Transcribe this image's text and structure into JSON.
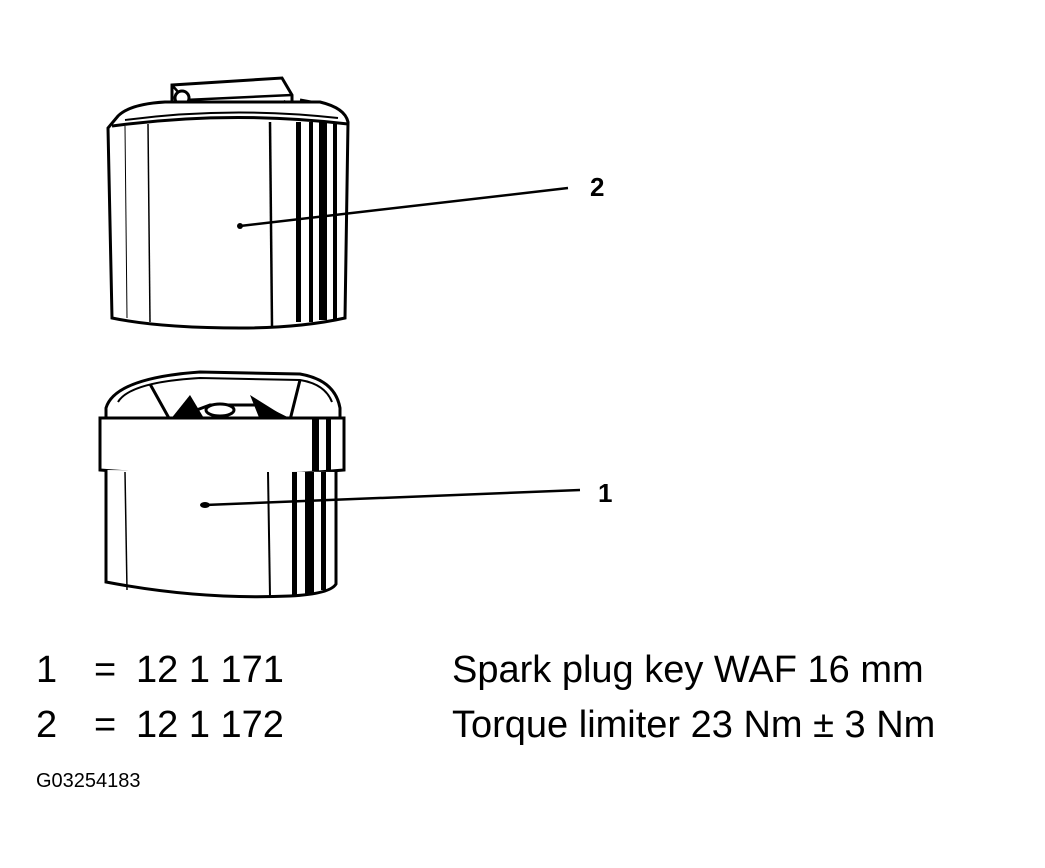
{
  "callouts": [
    {
      "label": "2"
    },
    {
      "label": "1"
    }
  ],
  "legend": [
    {
      "number": "1",
      "equals": "=",
      "part_number": "12 1 171",
      "description": "Spark plug key WAF 16 mm"
    },
    {
      "number": "2",
      "equals": "=",
      "part_number": "12 1 172",
      "description": "Torque limiter 23 Nm ± 3 Nm"
    }
  ],
  "figure_id": "G03254183",
  "colors": {
    "ink": "#000000",
    "paper": "#ffffff"
  }
}
